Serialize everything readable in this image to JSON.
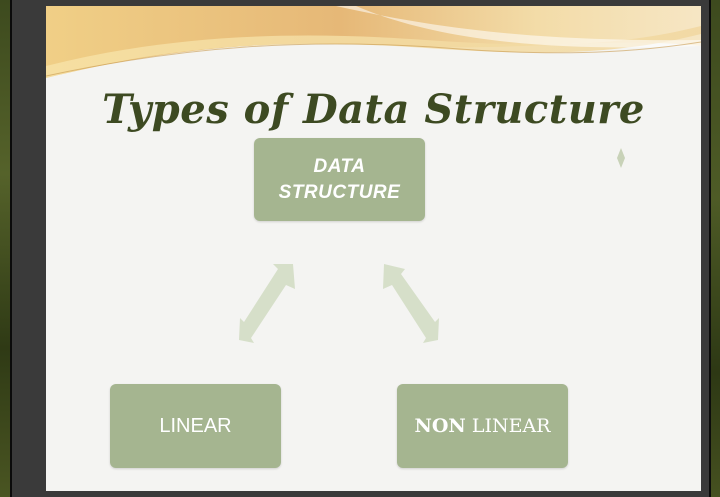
{
  "slide": {
    "title": "Types of Data Structure"
  },
  "diagram": {
    "root": {
      "line1": "DATA",
      "line2": "STRUCTURE"
    },
    "left": {
      "label": "LINEAR"
    },
    "right": {
      "label_bold": "NON",
      "label_rest": " LINEAR"
    }
  },
  "colors": {
    "box_fill": "#a5b590",
    "arrow_fill": "#d6dfc9",
    "title_color": "#3d4a22",
    "header_swoosh": "#e8c07c"
  }
}
